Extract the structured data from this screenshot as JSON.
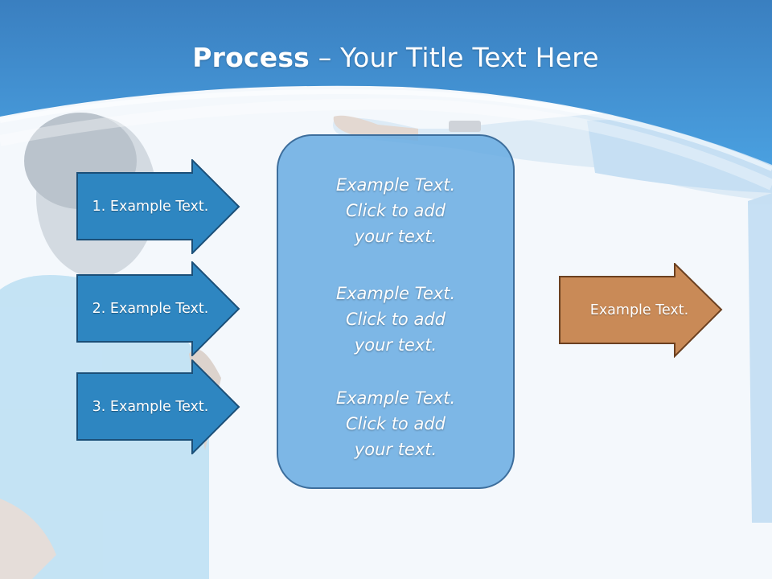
{
  "title": {
    "bold": "Process",
    "rest": " – Your Title Text Here"
  },
  "steps": [
    {
      "label": "1. Example Text."
    },
    {
      "label": "2. Example Text."
    },
    {
      "label": "3. Example Text."
    }
  ],
  "center_box": {
    "blocks": [
      {
        "lines": [
          "Example Text.",
          "Click  to add",
          "your text."
        ]
      },
      {
        "lines": [
          "Example Text.",
          "Click  to add",
          "your text."
        ]
      },
      {
        "lines": [
          "Example Text.",
          "Click  to add",
          "your text."
        ]
      }
    ]
  },
  "result": {
    "label": "Example Text."
  },
  "colors": {
    "header_blue": "#3f8fd3",
    "step_arrow_fill": "#2e86c1",
    "step_arrow_border": "#1b4f78",
    "center_box_fill": "#6fb0e4",
    "result_arrow_fill": "#c98a57",
    "result_arrow_border": "#6b4020"
  }
}
